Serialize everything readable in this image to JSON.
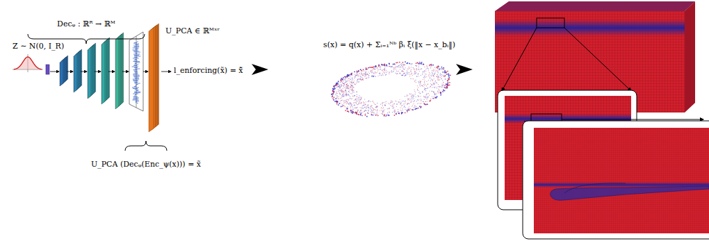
{
  "diagram": {
    "labels": [
      "Decᵩ : ℝᴿ → ℝᴹ",
      "U_PCA ∈ ℝᴹˣʳ",
      "Z ∼ N(0, I_R)",
      "l_enforcing(x̃) = x̃̄",
      "U_PCA (Decᵩ(Enc_ψ(x))) = x̃",
      "s(x) = q(x) + Σᵢ₌₁ᴺᵇ βᵢ ξ(‖x − x_bᵢ‖)"
    ]
  }
}
